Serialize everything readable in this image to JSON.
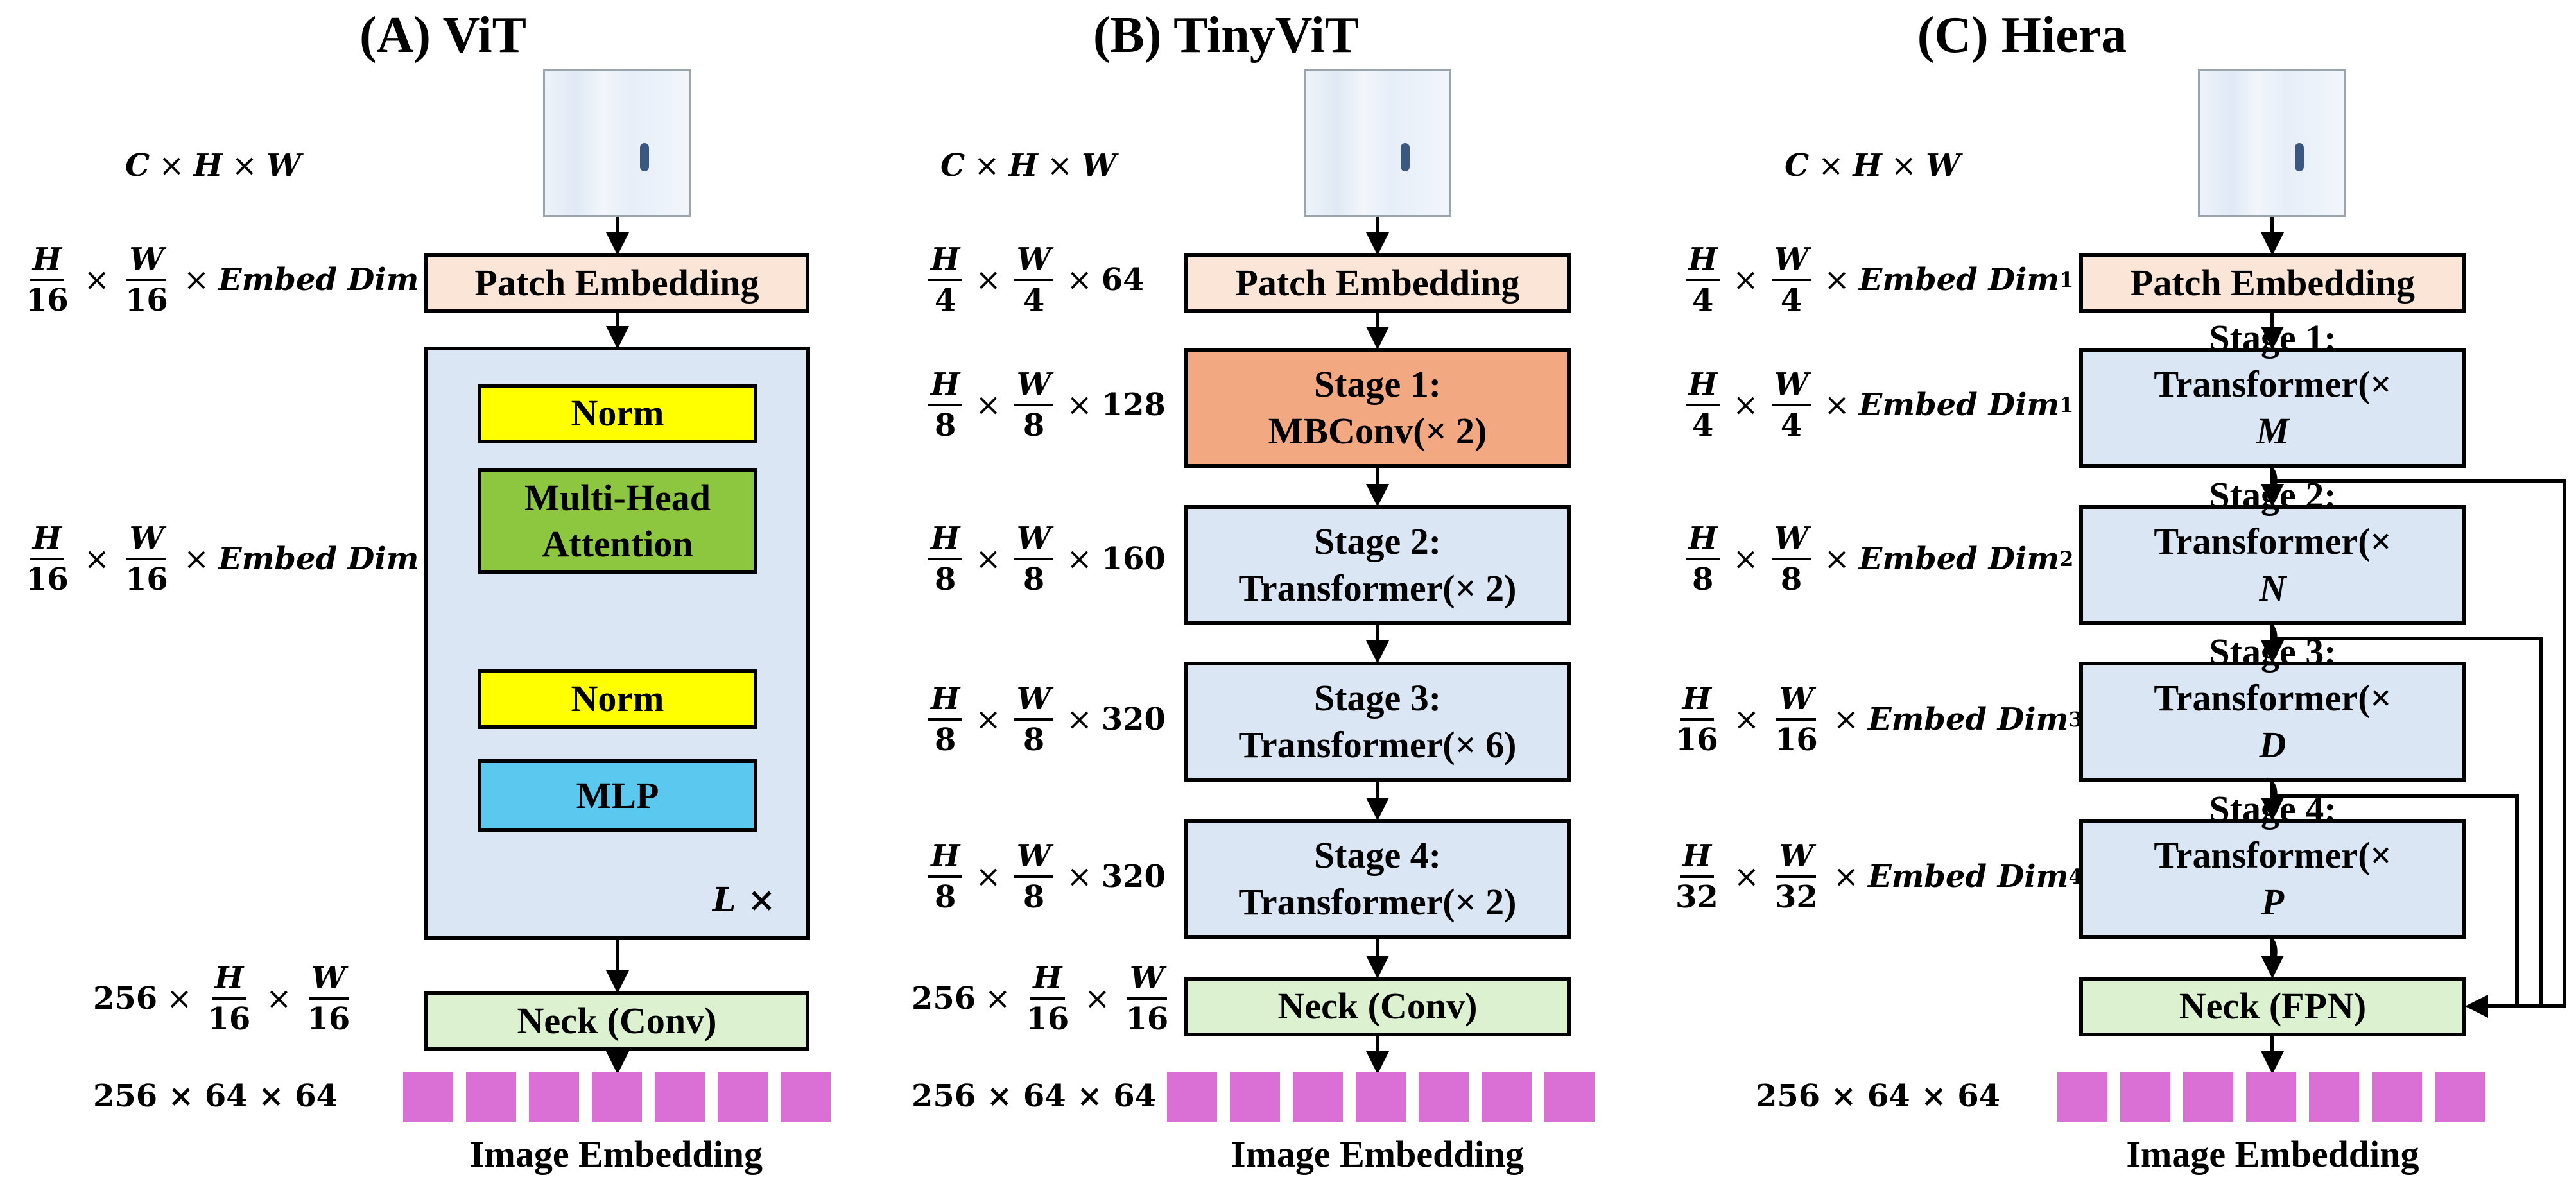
{
  "panels": {
    "vit": {
      "title": "(A) ViT",
      "patch_embedding": "Patch Embedding",
      "norm1": "Norm",
      "mha_line1": "Multi-Head",
      "mha_line2": "Attention",
      "norm2": "Norm",
      "mlp": "MLP",
      "repeat_label": "L ×",
      "neck": "Neck (Conv)",
      "image_embedding": "Image Embedding",
      "dims": {
        "input": {
          "a": "C",
          "b": "H",
          "c": "W"
        },
        "patch": {
          "n1": "H",
          "d1": "16",
          "n2": "W",
          "d2": "16",
          "tail": "Embed Dim"
        },
        "block": {
          "n1": "H",
          "d1": "16",
          "n2": "W",
          "d2": "16",
          "tail": "Embed Dim"
        },
        "neck": {
          "lead": "256",
          "n1": "H",
          "d1": "16",
          "n2": "W",
          "d2": "16"
        },
        "output": "256 × 64 × 64"
      }
    },
    "tinyvit": {
      "title": "(B) TinyViT",
      "patch_embedding": "Patch Embedding",
      "stage1": {
        "line1": "Stage 1:",
        "line2": "MBConv(× 2)"
      },
      "stage2": {
        "line1": "Stage 2:",
        "line2": "Transformer(× 2)"
      },
      "stage3": {
        "line1": "Stage 3:",
        "line2": "Transformer(× 6)"
      },
      "stage4": {
        "line1": "Stage 4:",
        "line2": "Transformer(× 2)"
      },
      "neck": "Neck (Conv)",
      "image_embedding": "Image Embedding",
      "dims": {
        "input": {
          "a": "C",
          "b": "H",
          "c": "W"
        },
        "patch": {
          "n1": "H",
          "d1": "4",
          "n2": "W",
          "d2": "4",
          "tail": "64"
        },
        "stage1": {
          "n1": "H",
          "d1": "8",
          "n2": "W",
          "d2": "8",
          "tail": "128"
        },
        "stage2": {
          "n1": "H",
          "d1": "8",
          "n2": "W",
          "d2": "8",
          "tail": "160"
        },
        "stage3": {
          "n1": "H",
          "d1": "8",
          "n2": "W",
          "d2": "8",
          "tail": "320"
        },
        "stage4": {
          "n1": "H",
          "d1": "8",
          "n2": "W",
          "d2": "8",
          "tail": "320"
        },
        "neck": {
          "lead": "256",
          "n1": "H",
          "d1": "16",
          "n2": "W",
          "d2": "16"
        },
        "output": "256 × 64 × 64"
      }
    },
    "hiera": {
      "title": "(C) Hiera",
      "patch_embedding": "Patch Embedding",
      "stage1": {
        "line1": "Stage 1:",
        "line2a": "Transformer(× ",
        "line2b": "M",
        "line2c": ")"
      },
      "stage2": {
        "line1": "Stage 2:",
        "line2a": "Transformer(× ",
        "line2b": "N",
        "line2c": ")"
      },
      "stage3": {
        "line1": "Stage 3:",
        "line2a": "Transformer(× ",
        "line2b": "D",
        "line2c": ")"
      },
      "stage4": {
        "line1": "Stage 4:",
        "line2a": "Transformer(× ",
        "line2b": "P",
        "line2c": ")"
      },
      "neck": "Neck (FPN)",
      "image_embedding": "Image Embedding",
      "dims": {
        "input": {
          "a": "C",
          "b": "H",
          "c": "W"
        },
        "patch": {
          "n1": "H",
          "d1": "4",
          "n2": "W",
          "d2": "4",
          "tail": "Embed Dim",
          "sub": "1"
        },
        "stage1": {
          "n1": "H",
          "d1": "4",
          "n2": "W",
          "d2": "4",
          "tail": "Embed Dim",
          "sub": "1"
        },
        "stage2": {
          "n1": "H",
          "d1": "8",
          "n2": "W",
          "d2": "8",
          "tail": "Embed Dim",
          "sub": "2"
        },
        "stage3": {
          "n1": "H",
          "d1": "16",
          "n2": "W",
          "d2": "16",
          "tail": "Embed Dim",
          "sub": "3"
        },
        "stage4": {
          "n1": "H",
          "d1": "32",
          "n2": "W",
          "d2": "32",
          "tail": "Embed Dim",
          "sub": "4"
        },
        "output": "256 × 64 × 64"
      }
    }
  },
  "colors": {
    "patch_embedding": "#fbe5d6",
    "norm": "#ffff00",
    "attention": "#8dc63f",
    "mlp": "#5bc8f0",
    "container": "#dbe6f4",
    "stage_blue": "#dbe6f4",
    "stage_mbconv": "#f2a982",
    "neck": "#dcf1d0",
    "embedding_square": "#da70d6",
    "adder": "#bfbfbf"
  }
}
